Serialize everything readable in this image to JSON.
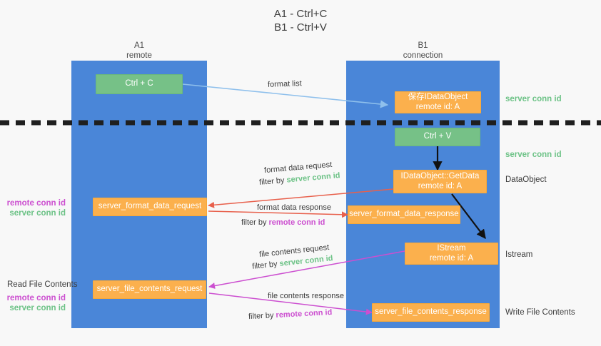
{
  "title": "A1 - Ctrl+C\nB1 - Ctrl+V",
  "columns": {
    "left": "A1\nremote",
    "right": "B1\nconnection"
  },
  "nodes": {
    "ctrl_c": "Ctrl + C",
    "save_idataobject": "保存IDataObject\nremote id: A",
    "ctrl_v": "Ctrl + V",
    "getdata": "IDataObject::GetData\nremote id: A",
    "format_data_request": "server_format_data_request",
    "format_data_response": "server_format_data_response",
    "istream": "IStream\nremote id: A",
    "file_contents_request": "server_file_contents_request",
    "file_contents_response": "server_file_contents_response"
  },
  "right_labels": {
    "server_conn_id_top": "server conn id",
    "server_conn_id_mid": "server conn id",
    "dataobject": "DataObject",
    "istream": "Istream",
    "write_file_contents": "Write File Contents"
  },
  "left_labels": {
    "conn_ids_format": {
      "remote": "remote conn id",
      "server": "server conn id"
    },
    "read_file_contents": "Read File Contents",
    "conn_ids_file": {
      "remote": "remote conn id",
      "server": "server conn id"
    }
  },
  "edges": {
    "format_list": "format list",
    "format_data_request": "format data request",
    "format_data_request_filter_prefix": "filter by ",
    "format_data_request_filter_value": "server conn id",
    "format_data_response": "format data response",
    "format_data_response_filter_prefix": "filter by ",
    "format_data_response_filter_value": "remote conn id",
    "file_contents_request": "file contents request",
    "file_contents_request_filter_prefix": "filter by ",
    "file_contents_request_filter_value": "server conn id",
    "file_contents_response": "file contents response",
    "file_contents_response_filter_prefix": "filter by ",
    "file_contents_response_filter_value": "remote conn id"
  },
  "colors": {
    "lane": "#4a86d8",
    "green_node": "#76c187",
    "orange_node": "#fbb04d",
    "green_text": "#6cc286",
    "magenta_text": "#cc4fd0",
    "red_arrow": "#e8604c",
    "magenta_arrow": "#cc4fd0",
    "blue_arrow": "#8fc0ec",
    "divider": "#1f1f1f"
  }
}
